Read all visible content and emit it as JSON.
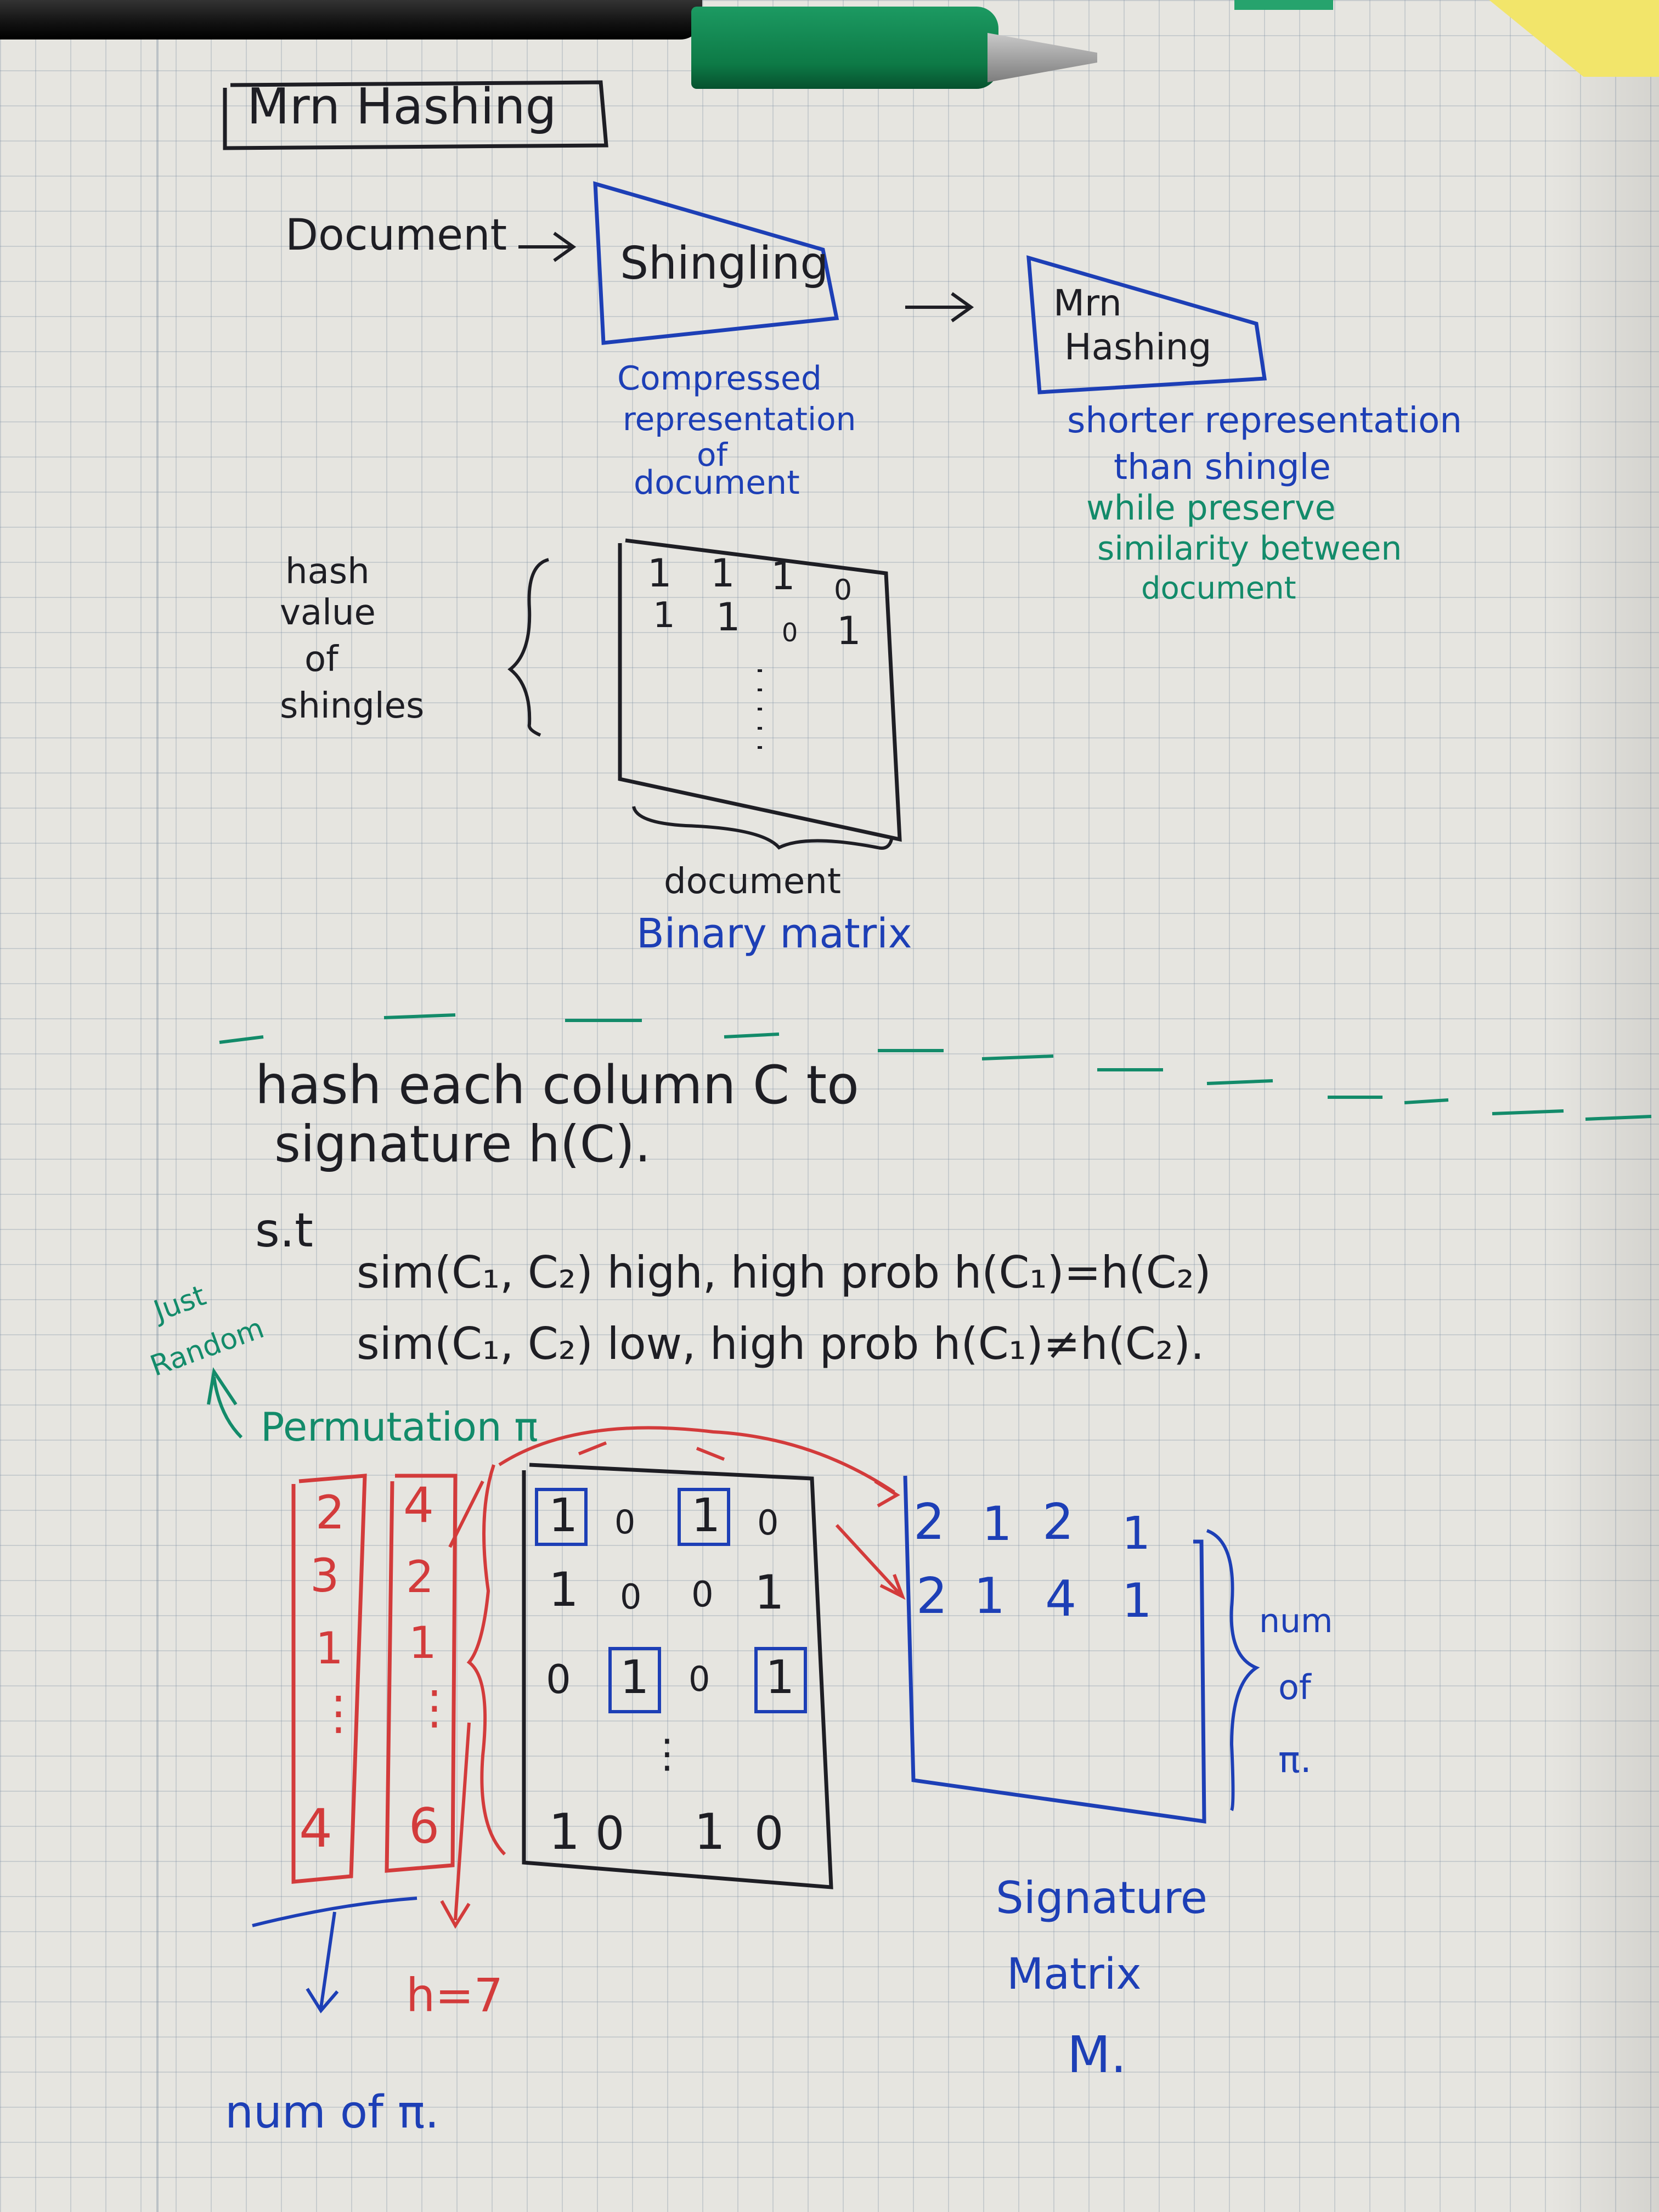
{
  "title": "Mrn Hashing",
  "pipeline": {
    "document_label": "Document",
    "arrow": "→",
    "shingling_label": "Shingling",
    "minhash_label_line1": "Mrn",
    "minhash_label_line2": "Hashing",
    "shingling_note": [
      "Compressed",
      "representation",
      "of",
      "document"
    ],
    "minhash_note": [
      "shorter representation",
      "than shingle",
      "while preserve",
      "similarity between",
      "document"
    ]
  },
  "binary_matrix": {
    "row_label": [
      "hash",
      "value",
      "of",
      "shingles"
    ],
    "rows": [
      [
        "1",
        "1",
        "1",
        "0"
      ],
      [
        "1",
        "1",
        "0",
        "1"
      ]
    ],
    "col_label": "document",
    "caption": "Binary matrix"
  },
  "hash_text": {
    "line1": "hash each column C to",
    "line2": "signature h(C).",
    "st": "s.t",
    "cond1": "sim(C₁, C₂) high, high prob h(C₁)=h(C₂)",
    "cond2": "sim(C₁, C₂) low, high prob h(C₁)≠h(C₂)."
  },
  "side_note": [
    "Just",
    "Random"
  ],
  "permutation_label": "Permutation π",
  "perm1": [
    "2",
    "3",
    "1",
    "⋮",
    "4"
  ],
  "perm2": [
    "4",
    "2",
    "1",
    "⋮",
    "6"
  ],
  "input_matrix": {
    "rows": [
      [
        "1",
        "0",
        "1",
        "0"
      ],
      [
        "1",
        "0",
        "0",
        "1"
      ],
      [
        "0",
        "1",
        "0",
        "1"
      ],
      [
        "⋮"
      ],
      [
        "1",
        "0",
        "1",
        "0"
      ]
    ]
  },
  "signature_matrix": {
    "rows": [
      [
        "2",
        "1",
        "2",
        "1"
      ],
      [
        "2",
        "1",
        "4",
        "1"
      ]
    ],
    "side_label": [
      "num",
      "of",
      "π."
    ],
    "caption": [
      "Signature",
      "Matrix",
      "M."
    ]
  },
  "bottom": {
    "h_label": "h=7",
    "num_label": "num of π."
  }
}
